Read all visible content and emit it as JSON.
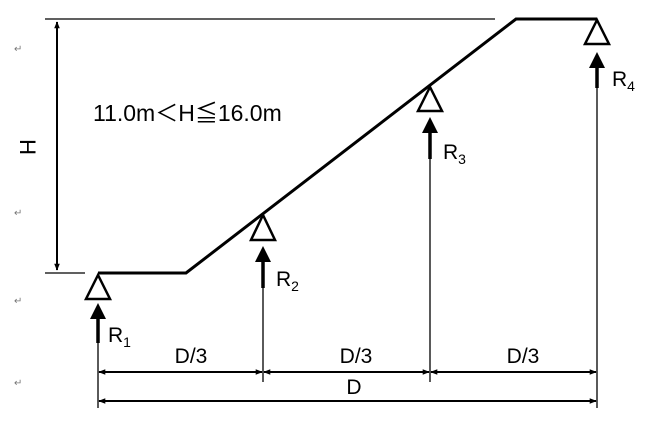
{
  "height_range_label": "11.0m＜H≦16.0m",
  "height_symbol": "H",
  "reactions": [
    {
      "base": "R",
      "sub": "1"
    },
    {
      "base": "R",
      "sub": "2"
    },
    {
      "base": "R",
      "sub": "3"
    },
    {
      "base": "R",
      "sub": "4"
    }
  ],
  "span_segments": [
    "D/3",
    "D/3",
    "D/3"
  ],
  "span_total": "D",
  "paragraph_mark": "↵"
}
